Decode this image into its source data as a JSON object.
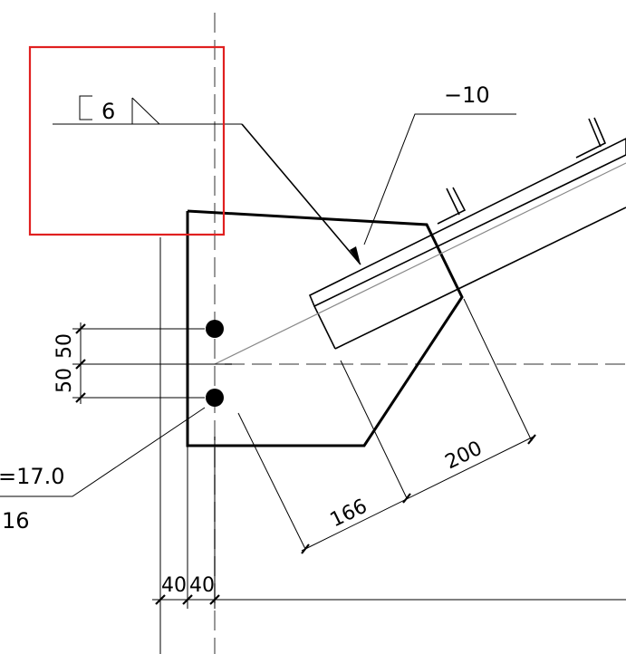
{
  "weld_symbol": {
    "size": "6"
  },
  "plate_label": "−10",
  "left_labels": {
    "value_a": "=17.0",
    "value_b": "16"
  },
  "dimensions": {
    "vertical_top": "50",
    "vertical_bottom": "50",
    "horizontal_left": "40",
    "horizontal_right": "40",
    "diag_a": "166",
    "diag_b": "200"
  },
  "colors": {
    "highlight": "#e02020",
    "line": "#000000",
    "center_line": "#777777"
  }
}
